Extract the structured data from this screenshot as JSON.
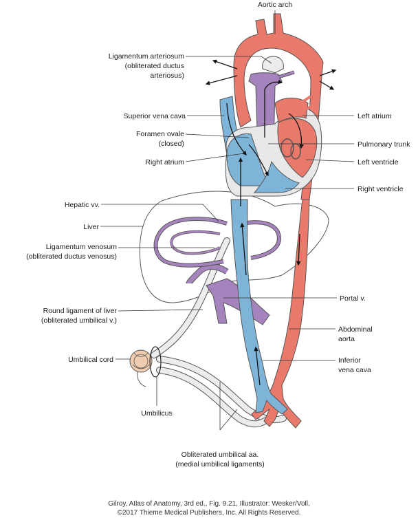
{
  "colors": {
    "artery": "#e8796b",
    "vein": "#7eb4d8",
    "portal": "#a583bd",
    "ligament": "#e8e8e8",
    "outline": "#555555",
    "cord": "#f0cdb0"
  },
  "labels": {
    "aortic_arch": "Aortic arch",
    "ligamentum_arteriosum_1": "Ligamentum arteriosum",
    "ligamentum_arteriosum_2": "(obliterated ductus",
    "ligamentum_arteriosum_3": "arteriosus)",
    "superior_vena_cava": "Superior vena cava",
    "foramen_ovale_1": "Foramen ovale",
    "foramen_ovale_2": "(closed)",
    "right_atrium": "Right atrium",
    "left_atrium": "Left atrium",
    "pulmonary_trunk": "Pulmonary trunk",
    "left_ventricle": "Left ventricle",
    "right_ventricle": "Right ventricle",
    "hepatic_vv": "Hepatic vv.",
    "liver": "Liver",
    "ligamentum_venosum_1": "Ligamentum venosum",
    "ligamentum_venosum_2": "(obliterated ductus venosus)",
    "portal_v": "Portal v.",
    "round_ligament_1": "Round ligament of liver",
    "round_ligament_2": "(obliterated umbilical v.)",
    "abdominal_aorta_1": "Abdominal",
    "abdominal_aorta_2": "aorta",
    "umbilical_cord": "Umbilical cord",
    "inferior_vena_cava_1": "Inferior",
    "inferior_vena_cava_2": "vena cava",
    "umbilicus": "Umbilicus",
    "umbilical_aa_1": "Obliterated umbilical aa.",
    "umbilical_aa_2": "(medial umbilical ligaments)"
  },
  "credit": {
    "line1": "Gilroy, Atlas of Anatomy, 3rd ed., Fig. 9.21, Illustrator: Wesker/Voll,",
    "line2": "©2017 Thieme Medical Publishers, Inc. All Rights Reserved."
  }
}
